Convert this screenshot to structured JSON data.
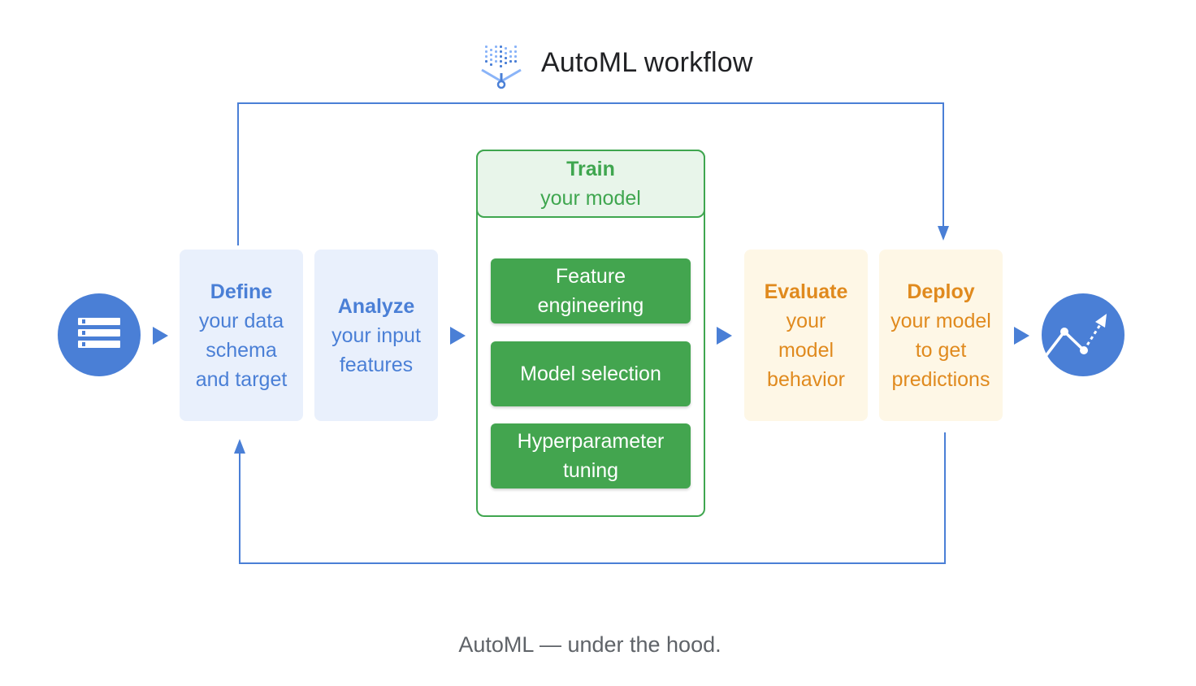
{
  "title": "AutoML workflow",
  "caption": "AutoML — under the hood.",
  "icons": {
    "logo": "automl-logo-icon",
    "input": "table-icon",
    "output": "prediction-trend-icon"
  },
  "colors": {
    "blue": "#4a7fd6",
    "green": "#3fa64f",
    "orange": "#e08a1e",
    "icon_blue": "#4a7fd6"
  },
  "steps": {
    "define": {
      "head": "Define",
      "lines": [
        "your data",
        "schema",
        "and target"
      ]
    },
    "analyze": {
      "head": "Analyze",
      "lines": [
        "your input",
        "features"
      ]
    },
    "train": {
      "head": "Train",
      "sub": "your model",
      "substeps": [
        {
          "lines": [
            "Feature",
            "engineering"
          ]
        },
        {
          "lines": [
            "Model selection"
          ]
        },
        {
          "lines": [
            "Hyperparameter",
            "tuning"
          ]
        }
      ]
    },
    "evaluate": {
      "head": "Evaluate",
      "lines": [
        "your",
        "model",
        "behavior"
      ]
    },
    "deploy": {
      "head": "Deploy",
      "lines": [
        "your model",
        "to get",
        "predictions"
      ]
    }
  }
}
